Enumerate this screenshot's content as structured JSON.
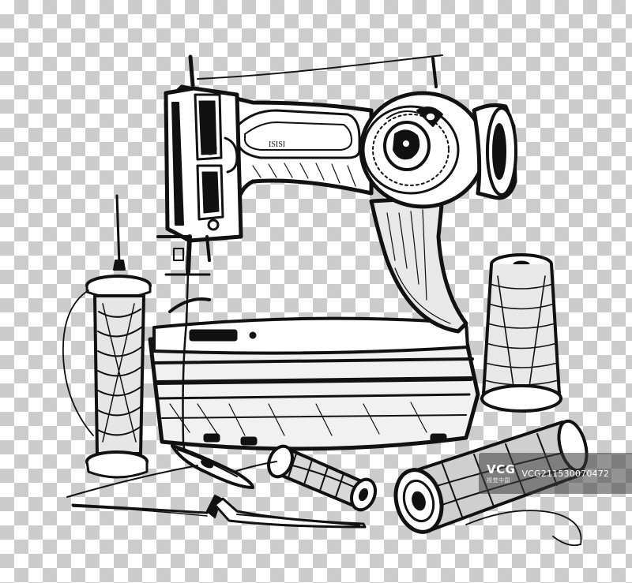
{
  "scene": {
    "subject": "",
    "background": "transparent-checkerboard",
    "colors": {
      "ink": "#111111",
      "paper": "#ffffff",
      "checker": "#cccccc"
    }
  },
  "machine": {
    "plate_marks": "ISISI"
  },
  "watermark": {
    "logo_text": "VCG",
    "logo_sub": "视觉中国",
    "id_text": "VCG211530070472"
  }
}
